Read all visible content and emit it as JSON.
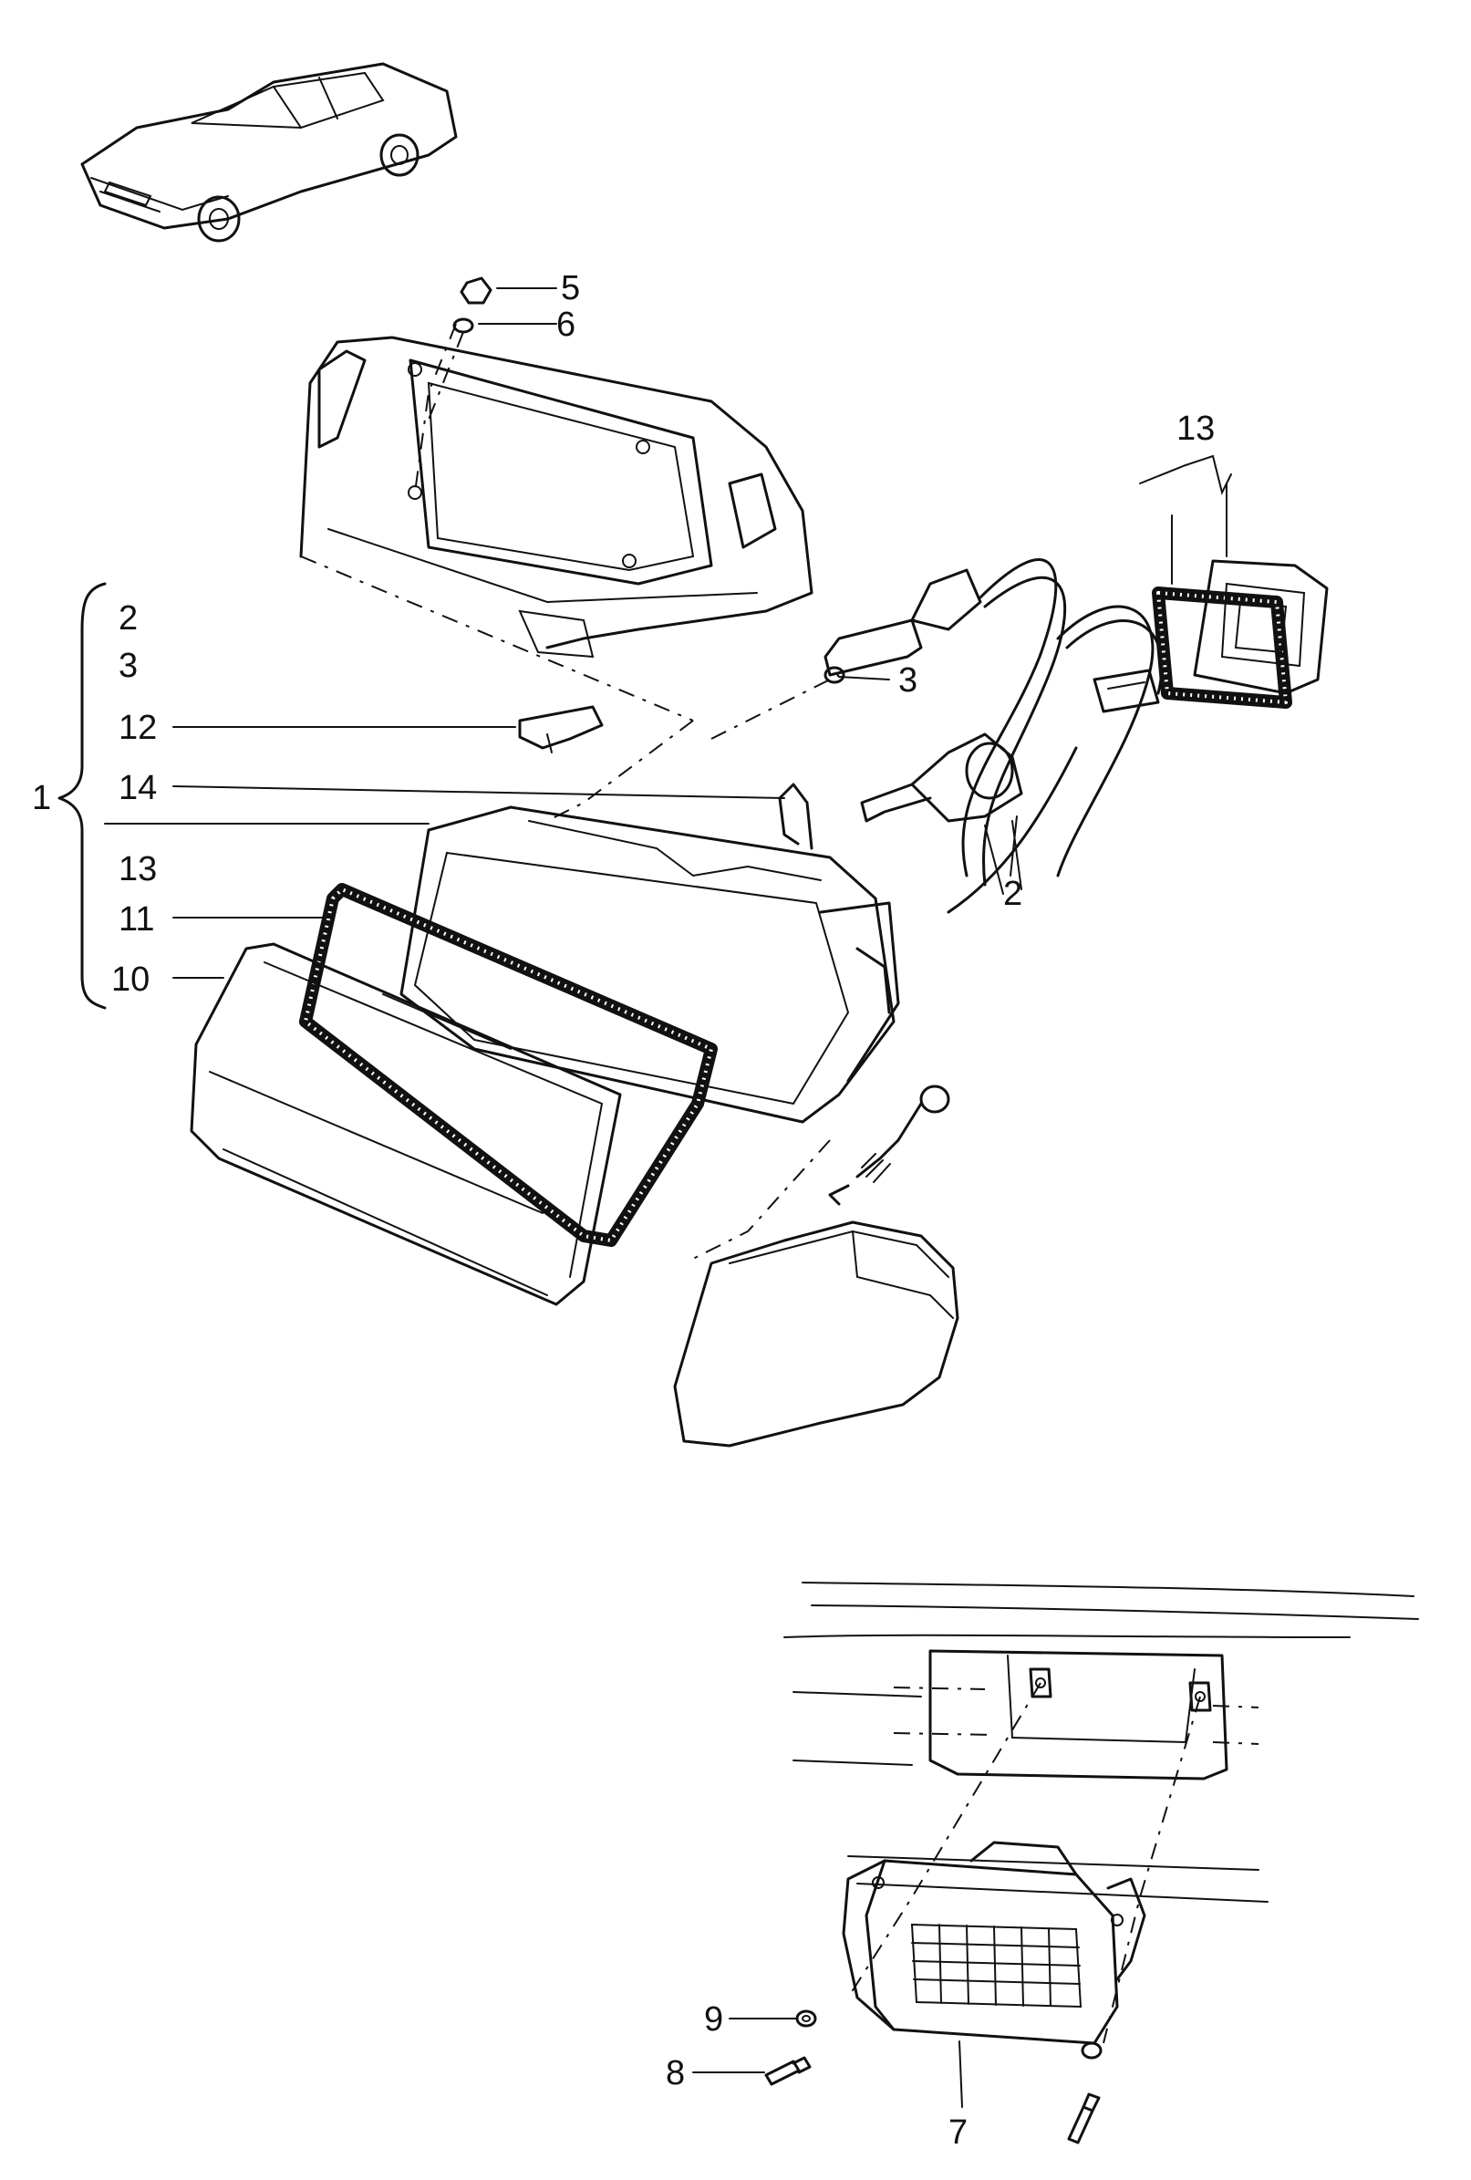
{
  "callouts": {
    "c1": "1",
    "c2a": "2",
    "c3a": "3",
    "c12": "12",
    "c14": "14",
    "c13a": "13",
    "c11": "11",
    "c10": "10",
    "c5": "5",
    "c6": "6",
    "c3b": "3",
    "c2b": "2",
    "c13b": "13",
    "c9": "9",
    "c8": "8",
    "c7": "7"
  },
  "colors": {
    "line": "#111111",
    "background": "#ffffff"
  }
}
